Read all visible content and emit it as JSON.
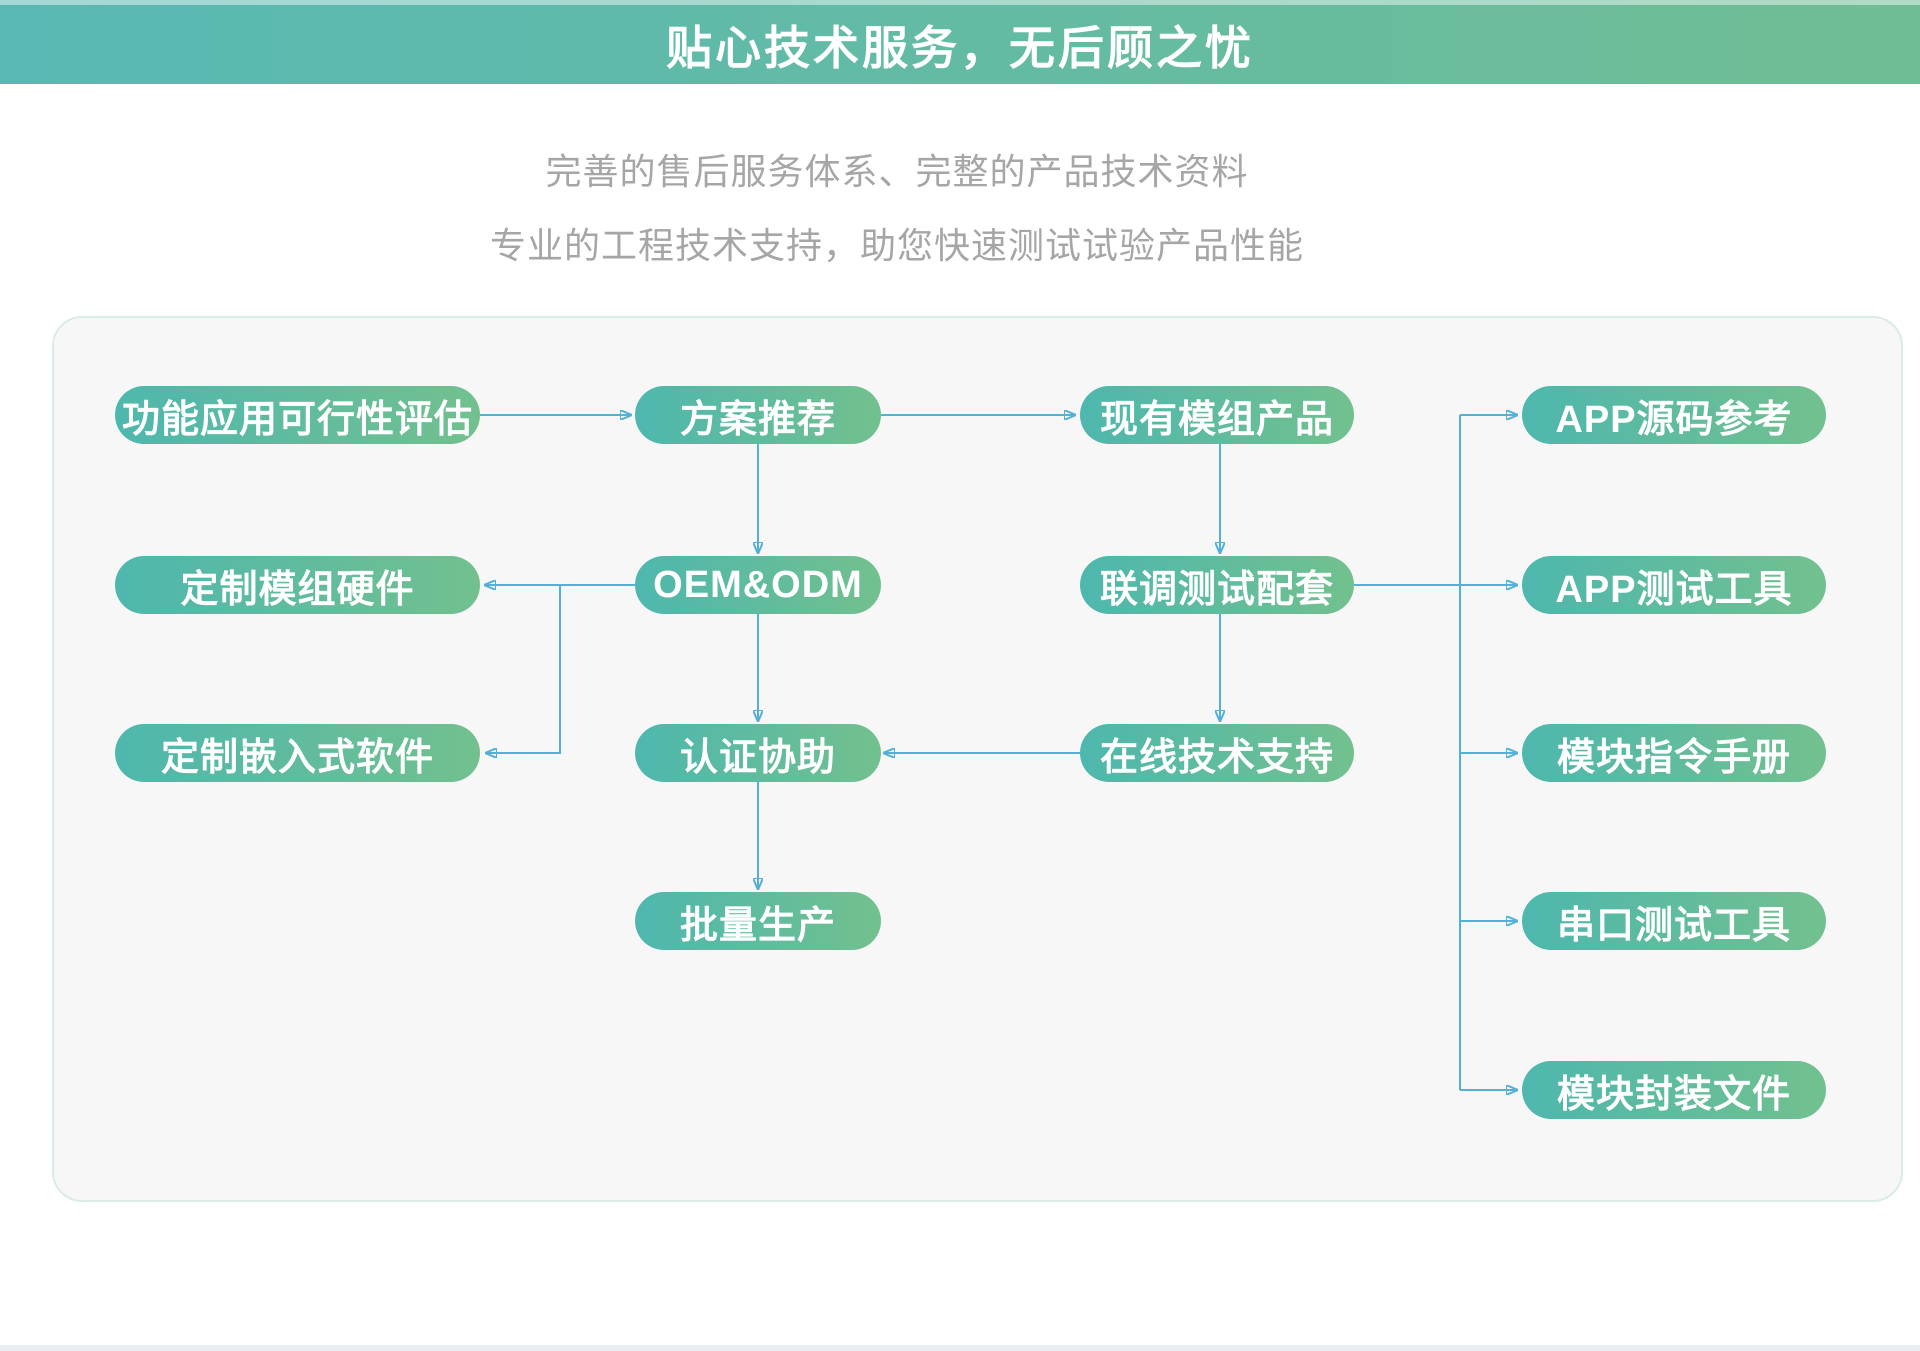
{
  "header": {
    "title": "贴心技术服务，无后顾之忧"
  },
  "intro": {
    "line1": "完善的售后服务体系、完整的产品技术资料",
    "line2": "专业的工程技术支持，助您快速测试试验产品性能"
  },
  "flowchart": {
    "nodes": {
      "feasibility": "功能应用可行性评估",
      "solution": "方案推荐",
      "existing_modules": "现有模组产品",
      "app_source": "APP源码参考",
      "custom_hardware": "定制模组硬件",
      "oem_odm": "OEM&ODM",
      "joint_test": "联调测试配套",
      "app_tool": "APP测试工具",
      "custom_embedded": "定制嵌入式软件",
      "certification": "认证协助",
      "online_support": "在线技术支持",
      "module_manual": "模块指令手册",
      "mass_production": "批量生产",
      "serial_tool": "串口测试工具",
      "module_package": "模块封装文件"
    }
  },
  "colors": {
    "banner_gradient_left": "#58b9b4",
    "banner_gradient_right": "#6fbd94",
    "pill_gradient_left": "#4eb7ae",
    "pill_gradient_right": "#72c08e",
    "arrow_blue": "#55b0d5",
    "panel_background": "#f7f7f7",
    "panel_border": "#daece5",
    "intro_text": "#a6a6a6"
  }
}
